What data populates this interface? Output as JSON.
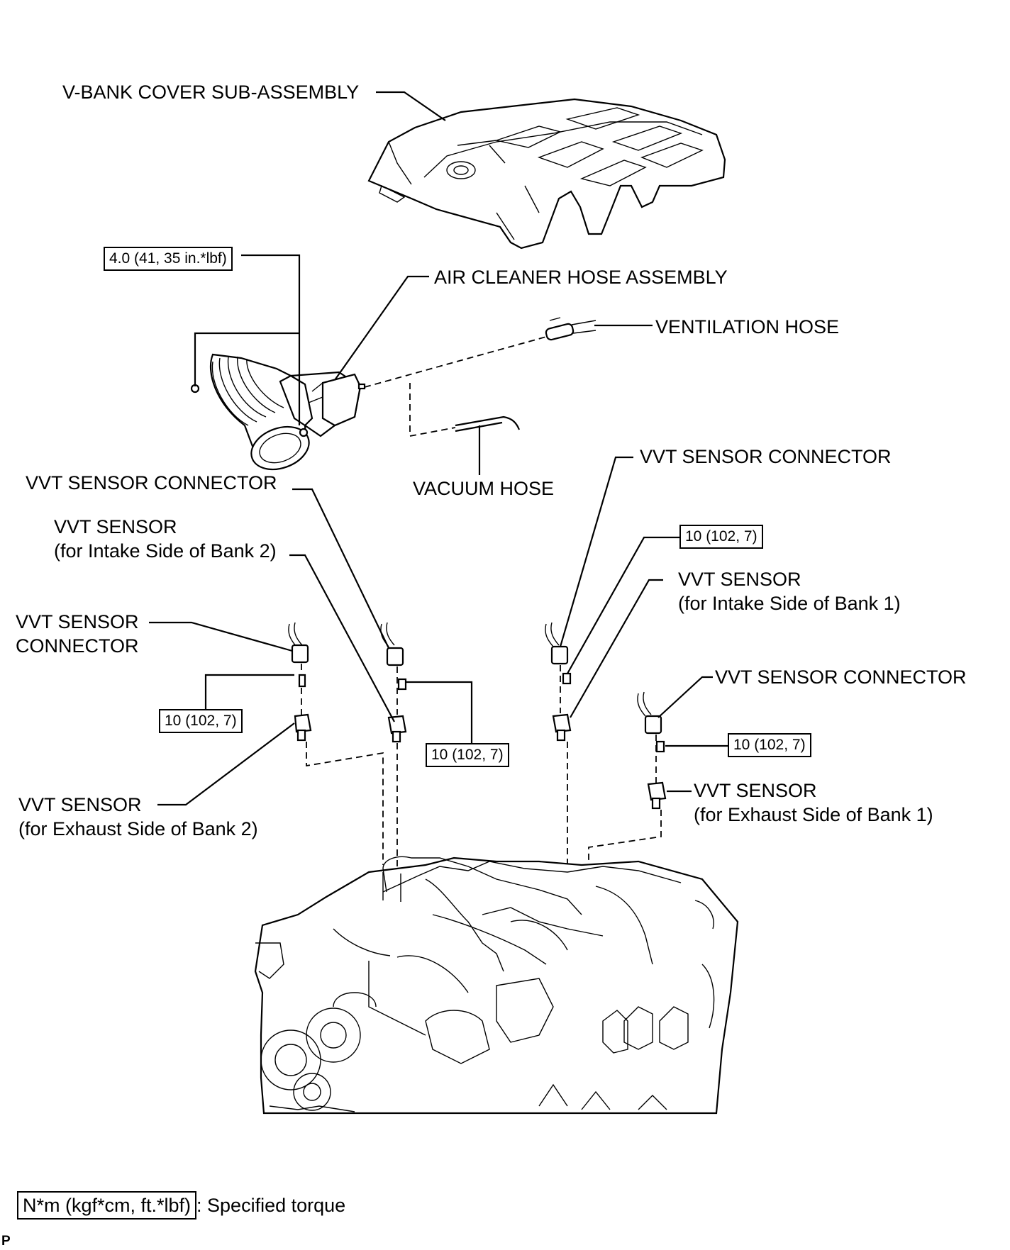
{
  "labels": {
    "vbank_cover": "V-BANK COVER SUB-ASSEMBLY",
    "air_cleaner_hose": "AIR CLEANER HOSE ASSEMBLY",
    "ventilation_hose": "VENTILATION HOSE",
    "vacuum_hose": "VACUUM HOSE",
    "vvt_conn_left_upper": "VVT SENSOR CONNECTOR",
    "vvt_sensor_intake_b2_line1": "VVT SENSOR",
    "vvt_sensor_intake_b2_line2": "(for Intake Side of Bank 2)",
    "vvt_conn_left_lower_line1": "VVT SENSOR",
    "vvt_conn_left_lower_line2": "CONNECTOR",
    "vvt_sensor_exhaust_b2_line1": "VVT SENSOR",
    "vvt_sensor_exhaust_b2_line2": "(for Exhaust Side of Bank 2)",
    "vvt_conn_right_upper": "VVT SENSOR CONNECTOR",
    "vvt_sensor_intake_b1_line1": "VVT SENSOR",
    "vvt_sensor_intake_b1_line2": "(for Intake Side of Bank 1)",
    "vvt_conn_right_lower": "VVT SENSOR CONNECTOR",
    "vvt_sensor_exhaust_b1_line1": "VVT SENSOR",
    "vvt_sensor_exhaust_b1_line2": "(for Exhaust Side of Bank 1)"
  },
  "torques": {
    "air_cleaner": "4.0 (41, 35 in.*lbf)",
    "exhaust_b2": "10 (102, 7)",
    "intake_b2": "10 (102, 7)",
    "intake_b1": "10 (102, 7)",
    "exhaust_b1": "10 (102, 7)"
  },
  "legend": {
    "unit": "N*m (kgf*cm, ft.*lbf)",
    "text": ": Specified torque"
  },
  "figure_id": "P"
}
